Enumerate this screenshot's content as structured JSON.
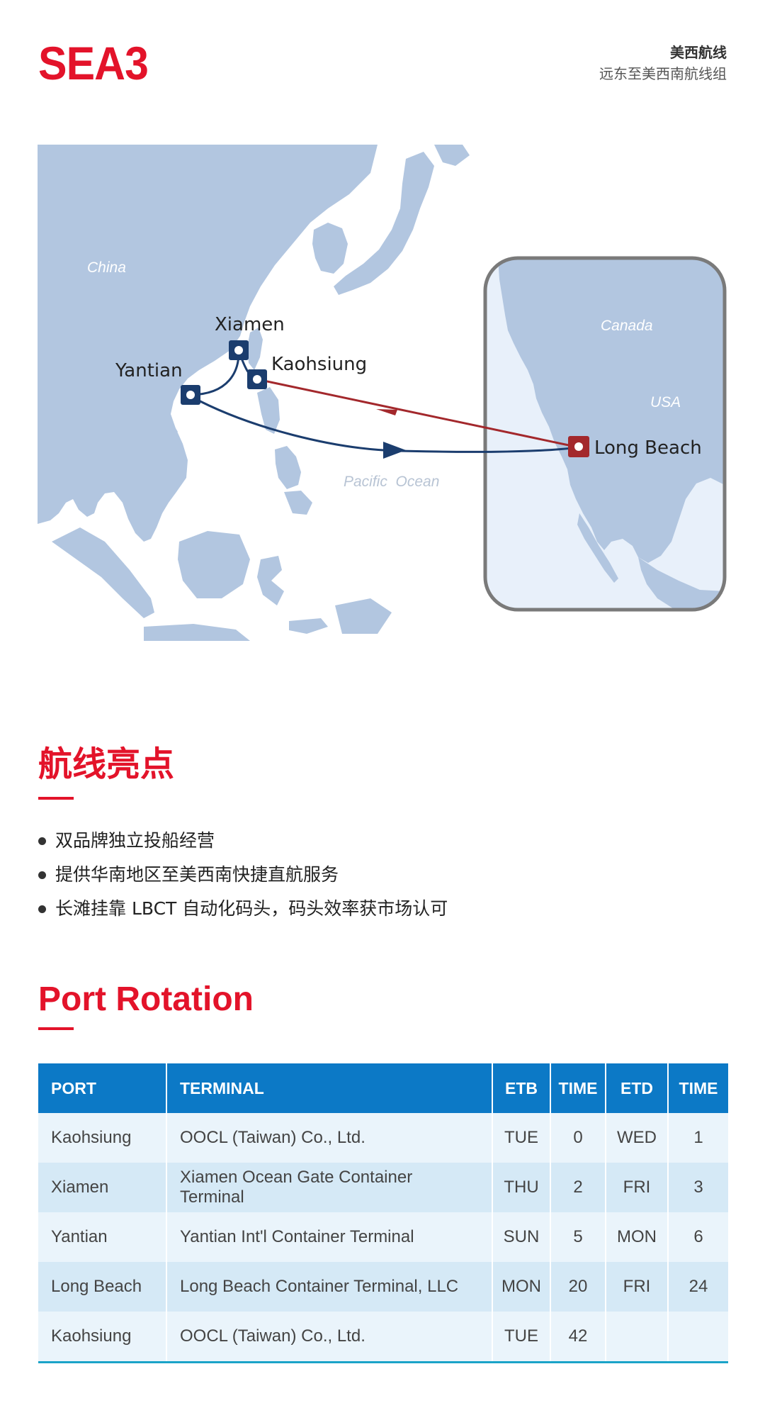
{
  "header": {
    "logo": "SEA3",
    "route_name": "美西航线",
    "route_group": "远东至美西南航线组"
  },
  "map": {
    "labels": {
      "china": "China",
      "canada": "Canada",
      "usa": "USA",
      "ocean": "Pacific  Ocean"
    },
    "ports": {
      "xiamen": "Xiamen",
      "kaohsiung": "Kaohsiung",
      "yantian": "Yantian",
      "long_beach": "Long Beach"
    },
    "colors": {
      "land": "#b2c6e0",
      "sea": "#ffffff",
      "inset_sea": "#e8f0fa",
      "outbound_route": "#1b3d6e",
      "return_route": "#a3282c",
      "asia_port_marker": "#1b3d6e",
      "us_port_marker": "#a3282c"
    }
  },
  "highlights": {
    "title": "航线亮点",
    "items": [
      "双品牌独立投船经营",
      "提供华南地区至美西南快捷直航服务",
      "长滩挂靠 LBCT 自动化码头，码头效率获市场认可"
    ]
  },
  "rotation": {
    "title": "Port Rotation",
    "headers": {
      "port": "PORT",
      "terminal": "TERMINAL",
      "etb": "ETB",
      "time_etb": "TIME",
      "etd": "ETD",
      "time_etd": "TIME"
    },
    "rows": [
      {
        "port": "Kaohsiung",
        "terminal": "OOCL (Taiwan) Co., Ltd.",
        "etb": "TUE",
        "etb_time": "0",
        "etd": "WED",
        "etd_time": "1"
      },
      {
        "port": "Xiamen",
        "terminal": "Xiamen Ocean Gate Container Terminal",
        "etb": "THU",
        "etb_time": "2",
        "etd": "FRI",
        "etd_time": "3"
      },
      {
        "port": "Yantian",
        "terminal": "Yantian Int'l Container Terminal",
        "etb": "SUN",
        "etb_time": "5",
        "etd": "MON",
        "etd_time": "6"
      },
      {
        "port": "Long Beach",
        "terminal": "Long Beach Container Terminal, LLC",
        "etb": "MON",
        "etb_time": "20",
        "etd": "FRI",
        "etd_time": "24"
      },
      {
        "port": "Kaohsiung",
        "terminal": "OOCL (Taiwan) Co., Ltd.",
        "etb": "TUE",
        "etb_time": "42",
        "etd": "",
        "etd_time": ""
      }
    ],
    "colors": {
      "header_bg": "#0c79c6",
      "row_light": "#eaf4fb",
      "row_dark": "#d5e9f6",
      "bottom_rule": "#1aa3c8"
    }
  },
  "brand_color": "#e3132a"
}
